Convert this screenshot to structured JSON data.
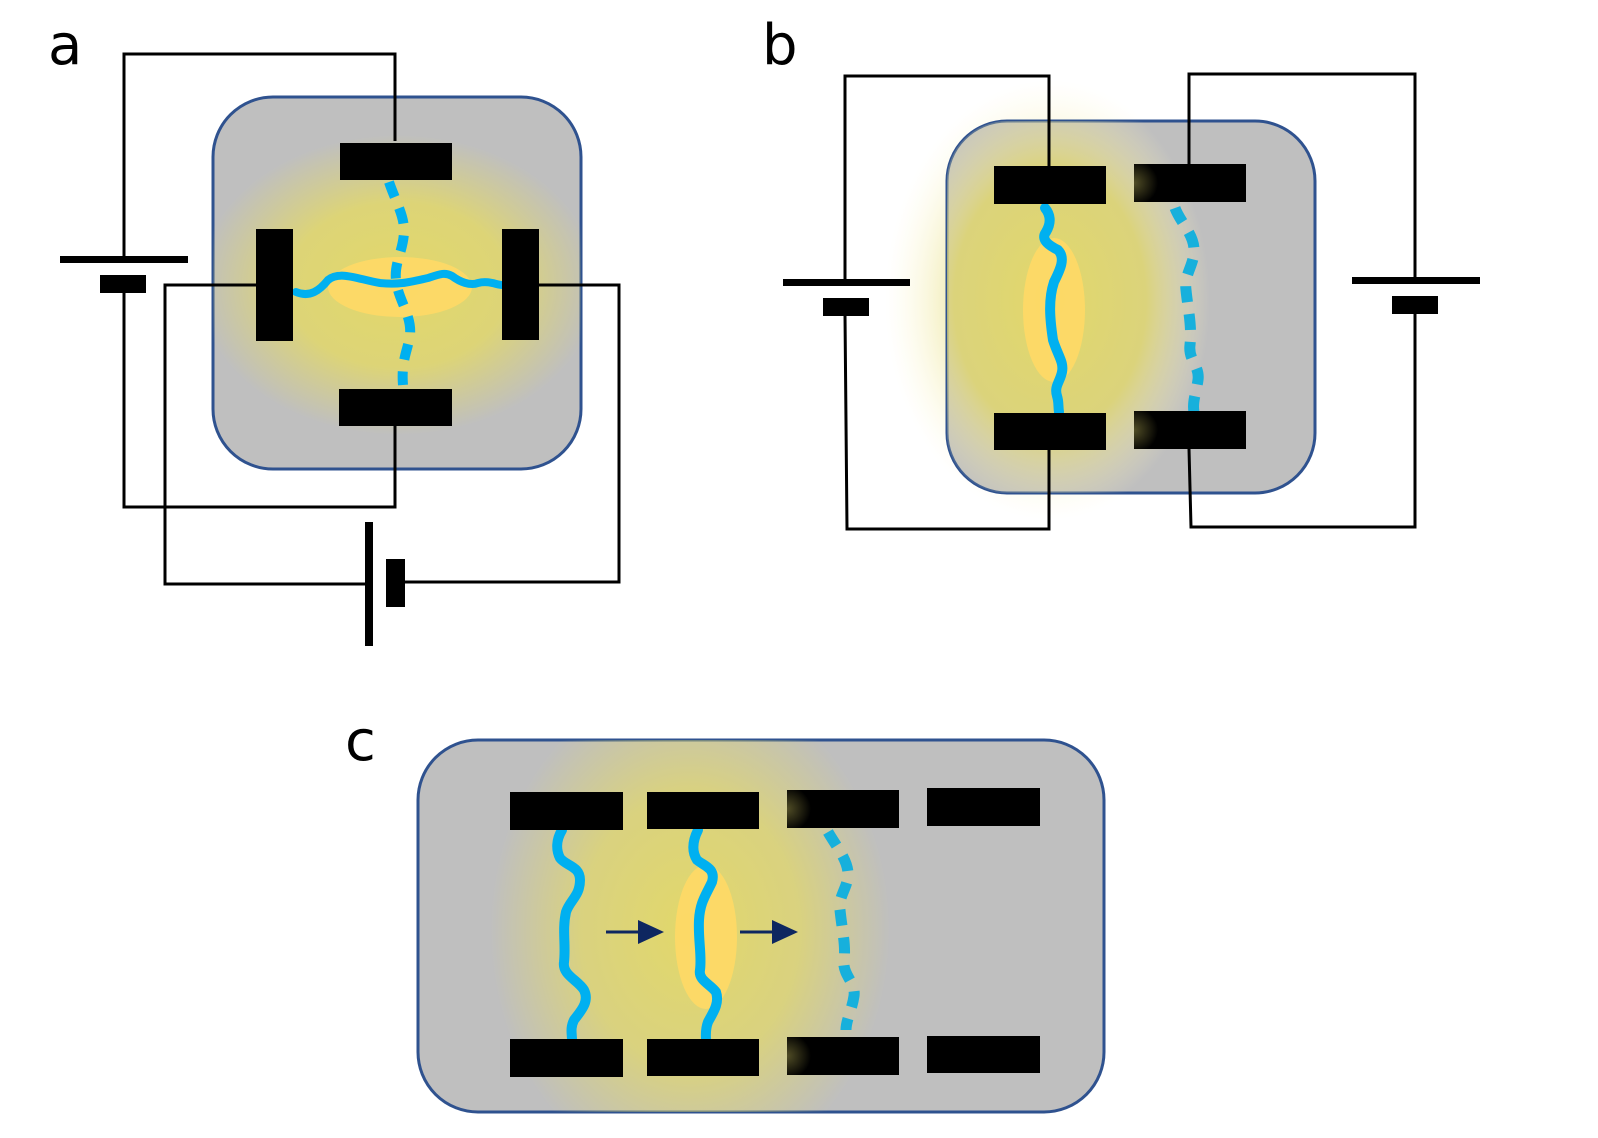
{
  "panels": {
    "a": {
      "label": "a"
    },
    "b": {
      "label": "b"
    },
    "c": {
      "label": "c"
    }
  },
  "colors": {
    "background": "#ffffff",
    "chamber_fill": "#bfbfbf",
    "chamber_border": "#2f528f",
    "electrode": "#000000",
    "wire": "#000000",
    "discharge_path": "#00b0f0",
    "glow_yellow": "#e2d86a",
    "plasma_core": "#ffd966",
    "arrow": "#0e2760"
  },
  "icons": {
    "battery": "battery-icon",
    "electrode": "electrode-plate",
    "arrow": "arrow-right-icon"
  }
}
